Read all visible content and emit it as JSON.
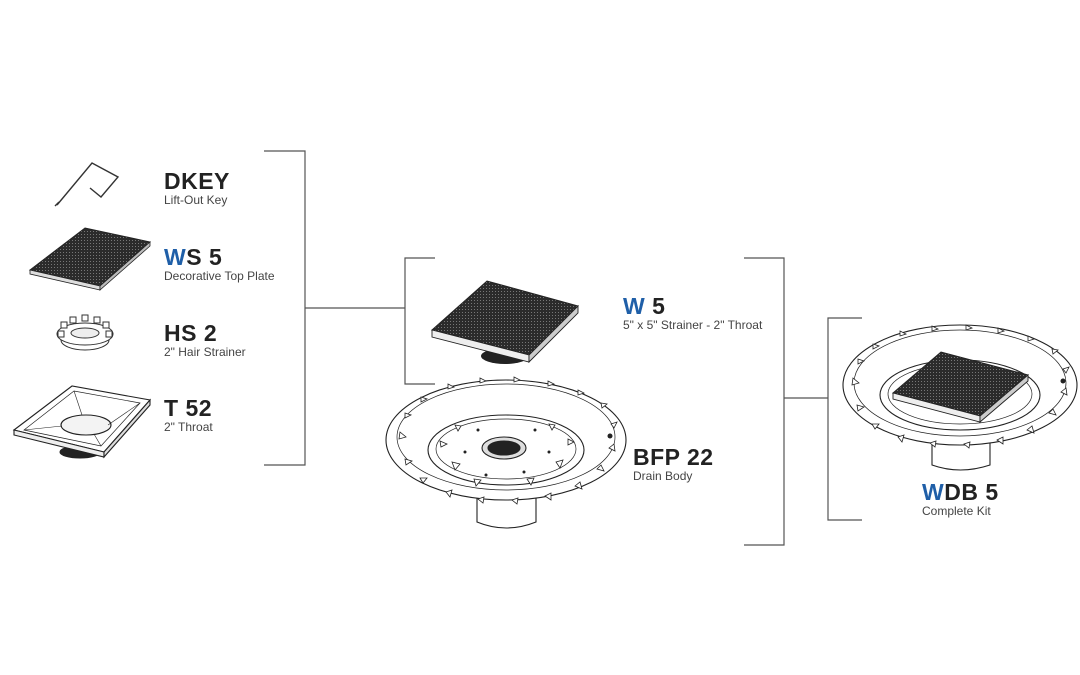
{
  "components": [
    {
      "id": "dkey",
      "accent": "",
      "code": "DKEY",
      "description": "Lift-Out Key"
    },
    {
      "id": "ws5",
      "accent": "W",
      "code": "S 5",
      "description": "Decorative Top Plate"
    },
    {
      "id": "hs2",
      "accent": "",
      "code": "HS 2",
      "description": "2\" Hair Strainer"
    },
    {
      "id": "t52",
      "accent": "",
      "code": "T 52",
      "description": "2\" Throat"
    },
    {
      "id": "w5",
      "accent": "W",
      "code": " 5",
      "description": "5\" x 5\" Strainer - 2\" Throat"
    },
    {
      "id": "bfp22",
      "accent": "",
      "code": "BFP 22",
      "description": "Drain Body"
    },
    {
      "id": "wdb5",
      "accent": "W",
      "code": "DB 5",
      "description": "Complete Kit"
    }
  ],
  "colors": {
    "accent": "#1f5fa8",
    "text": "#222222",
    "line": "#555555"
  }
}
